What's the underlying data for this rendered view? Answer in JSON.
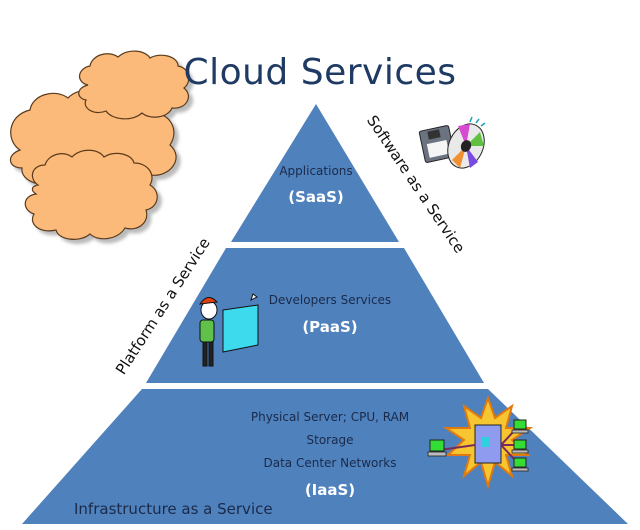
{
  "title": "Cloud Services",
  "colors": {
    "pyramid": "#4f81bd",
    "title": "#1f3b63",
    "cloud_fill": "#fbb97a",
    "cloud_stroke": "#5a3a1a"
  },
  "layers": {
    "saas": {
      "description": "Applications",
      "acronym": "(SaaS)",
      "side_label": "Software as a Service",
      "icon": "floppy-disk-and-cd-icon"
    },
    "paas": {
      "description": "Developers Services",
      "acronym": "(PaaS)",
      "side_label": "Platform as a Service",
      "icon": "developer-with-blueprint-icon"
    },
    "iaas": {
      "lines": [
        "Physical Server; CPU, RAM",
        "Storage",
        "Data Center Networks"
      ],
      "acronym": "(IaaS)",
      "side_label": "Infrastructure as a Service",
      "icon": "server-network-icon"
    }
  },
  "decoration": {
    "icon": "clouds-icon"
  }
}
